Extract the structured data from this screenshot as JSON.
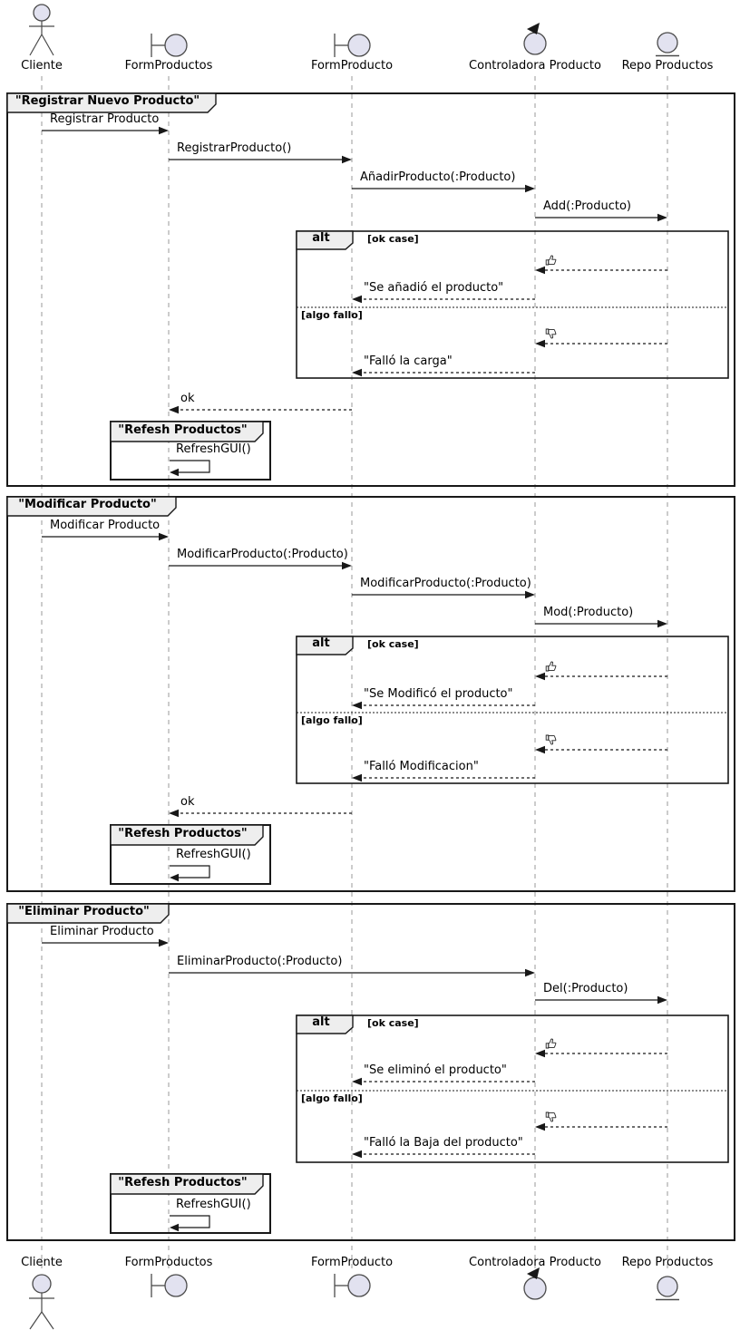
{
  "diagram_type": "uml-sequence",
  "colors": {
    "icon_fill": "#E2E2F0",
    "border": "#181818",
    "icon_stroke": "#4a4a4a",
    "lifeline": "#999999",
    "frame_header_fill": "#EEEEEE",
    "text": "#000000"
  },
  "participants": [
    {
      "name": "Cliente",
      "type": "actor"
    },
    {
      "name": "FormProductos",
      "type": "boundary"
    },
    {
      "name": "FormProducto",
      "type": "boundary"
    },
    {
      "name": "Controladora Producto",
      "type": "control"
    },
    {
      "name": "Repo Productos",
      "type": "entity"
    }
  ],
  "frames": [
    {
      "title": "\"Registrar Nuevo Producto\"",
      "alt": {
        "operator": "alt",
        "conditions": [
          "[ok case]",
          "[algo fallo]"
        ]
      },
      "messages": [
        {
          "label": "Registrar Producto",
          "from": "Cliente",
          "to": "FormProductos",
          "line": "solid"
        },
        {
          "label": "RegistrarProducto()",
          "from": "FormProductos",
          "to": "FormProducto",
          "line": "solid"
        },
        {
          "label": "AñadirProducto(:Producto)",
          "from": "FormProducto",
          "to": "Controladora Producto",
          "line": "solid"
        },
        {
          "label": "Add(:Producto)",
          "from": "Controladora Producto",
          "to": "Repo Productos",
          "line": "solid"
        },
        {
          "label": "👍",
          "from": "Repo Productos",
          "to": "Controladora Producto",
          "line": "dashed"
        },
        {
          "label": "\"Se añadió el producto\"",
          "from": "Controladora Producto",
          "to": "FormProducto",
          "line": "dashed"
        },
        {
          "label": "👎",
          "from": "Repo Productos",
          "to": "Controladora Producto",
          "line": "dashed"
        },
        {
          "label": "\"Falló la carga\"",
          "from": "Controladora Producto",
          "to": "FormProducto",
          "line": "dashed"
        },
        {
          "label": "ok",
          "from": "FormProducto",
          "to": "FormProductos",
          "line": "dashed"
        }
      ],
      "inner_frame": {
        "title": "\"Refesh Productos\"",
        "self_message": "RefreshGUI()",
        "self_on": "FormProductos"
      }
    },
    {
      "title": "\"Modificar Producto\"",
      "alt": {
        "operator": "alt",
        "conditions": [
          "[ok case]",
          "[algo fallo]"
        ]
      },
      "messages": [
        {
          "label": "Modificar Producto",
          "from": "Cliente",
          "to": "FormProductos",
          "line": "solid"
        },
        {
          "label": "ModificarProducto(:Producto)",
          "from": "FormProductos",
          "to": "FormProducto",
          "line": "solid"
        },
        {
          "label": "ModificarProducto(:Producto)",
          "from": "FormProducto",
          "to": "Controladora Producto",
          "line": "solid"
        },
        {
          "label": "Mod(:Producto)",
          "from": "Controladora Producto",
          "to": "Repo Productos",
          "line": "solid"
        },
        {
          "label": "👍",
          "from": "Repo Productos",
          "to": "Controladora Producto",
          "line": "dashed"
        },
        {
          "label": "\"Se Modificó el producto\"",
          "from": "Controladora Producto",
          "to": "FormProducto",
          "line": "dashed"
        },
        {
          "label": "👎",
          "from": "Repo Productos",
          "to": "Controladora Producto",
          "line": "dashed"
        },
        {
          "label": "\"Falló Modificacion\"",
          "from": "Controladora Producto",
          "to": "FormProducto",
          "line": "dashed"
        },
        {
          "label": "ok",
          "from": "FormProducto",
          "to": "FormProductos",
          "line": "dashed"
        }
      ],
      "inner_frame": {
        "title": "\"Refesh Productos\"",
        "self_message": "RefreshGUI()",
        "self_on": "FormProductos"
      }
    },
    {
      "title": "\"Eliminar Producto\"",
      "alt": {
        "operator": "alt",
        "conditions": [
          "[ok case]",
          "[algo fallo]"
        ]
      },
      "messages": [
        {
          "label": "Eliminar Producto",
          "from": "Cliente",
          "to": "FormProductos",
          "line": "solid"
        },
        {
          "label": "EliminarProducto(:Producto)",
          "from": "FormProductos",
          "to": "Controladora Producto",
          "line": "solid"
        },
        {
          "label": "Del(:Producto)",
          "from": "Controladora Producto",
          "to": "Repo Productos",
          "line": "solid"
        },
        {
          "label": "👍",
          "from": "Repo Productos",
          "to": "Controladora Producto",
          "line": "dashed"
        },
        {
          "label": "\"Se eliminó el producto\"",
          "from": "Controladora Producto",
          "to": "FormProducto",
          "line": "dashed"
        },
        {
          "label": "👎",
          "from": "Repo Productos",
          "to": "Controladora Producto",
          "line": "dashed"
        },
        {
          "label": "\"Falló la Baja del producto\"",
          "from": "Controladora Producto",
          "to": "FormProducto",
          "line": "dashed"
        }
      ],
      "inner_frame": {
        "title": "\"Refesh Productos\"",
        "self_message": "RefreshGUI()",
        "self_on": "FormProductos"
      }
    }
  ]
}
